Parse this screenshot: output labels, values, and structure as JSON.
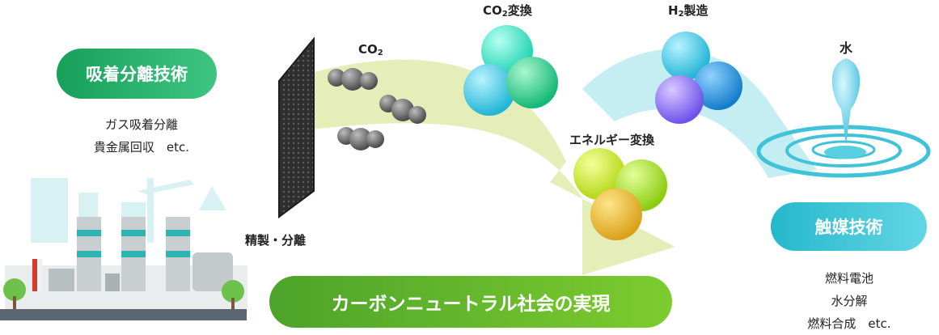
{
  "left": {
    "pill": "吸着分離技術",
    "items": [
      "ガス吸着分離",
      "貴金属回収　etc."
    ]
  },
  "filter": {
    "label": "精製・分離"
  },
  "co2": {
    "main": "CO",
    "sub": "2"
  },
  "co2_conversion": {
    "main": "CO",
    "sub": "2",
    "rest": "変換"
  },
  "h2_production": {
    "main": "H",
    "sub": "2",
    "rest": "製造"
  },
  "energy_conversion": {
    "label": "エネルギー変換"
  },
  "water": {
    "label": "水"
  },
  "right": {
    "pill": "触媒技術",
    "items": [
      "燃料電池",
      "水分解",
      "燃料合成　etc."
    ]
  },
  "bottom": {
    "pill": "カーボンニュートラル社会の実現"
  },
  "colors": {
    "green_pill": "#1fa85a",
    "cyan_pill": "#35c3d3",
    "bottom_pill": "#58ae2a",
    "arrow_yellow": "#e5edb9",
    "arrow_cyan": "#c5eef2"
  }
}
